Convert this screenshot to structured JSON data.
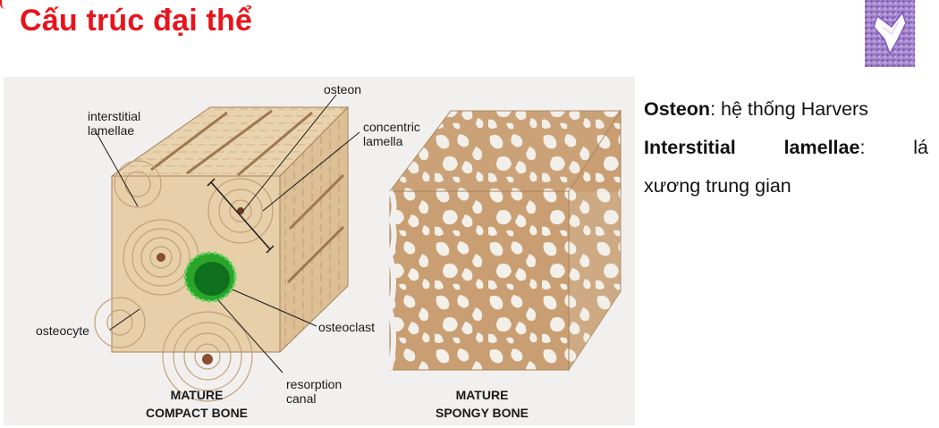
{
  "slide": {
    "title": "Cấu trúc đại thể"
  },
  "figure": {
    "labels": {
      "osteon": "osteon",
      "interstitial_lamellae": "interstitial\nlamellae",
      "concentric_lamella": "concentric\nlamella",
      "osteocyte": "osteocyte",
      "osteoclast": "osteoclast",
      "resorption_canal": "resorption\ncanal"
    },
    "captions": {
      "compact": "MATURE\nCOMPACT BONE",
      "spongy": "MATURE\nSPONGY BONE"
    }
  },
  "notes": {
    "osteon_term": "Osteon",
    "osteon_desc": ": hệ thống Harvers",
    "interstitial_term": "Interstitial lamellae",
    "interstitial_desc_1": ": lá",
    "interstitial_desc_2": "xương trung gian"
  },
  "colors": {
    "title": "#e8141c",
    "bone_light": "#e6cfa9",
    "bone_dark": "#c99e72",
    "osteoclast_green": "#2aa52a"
  }
}
